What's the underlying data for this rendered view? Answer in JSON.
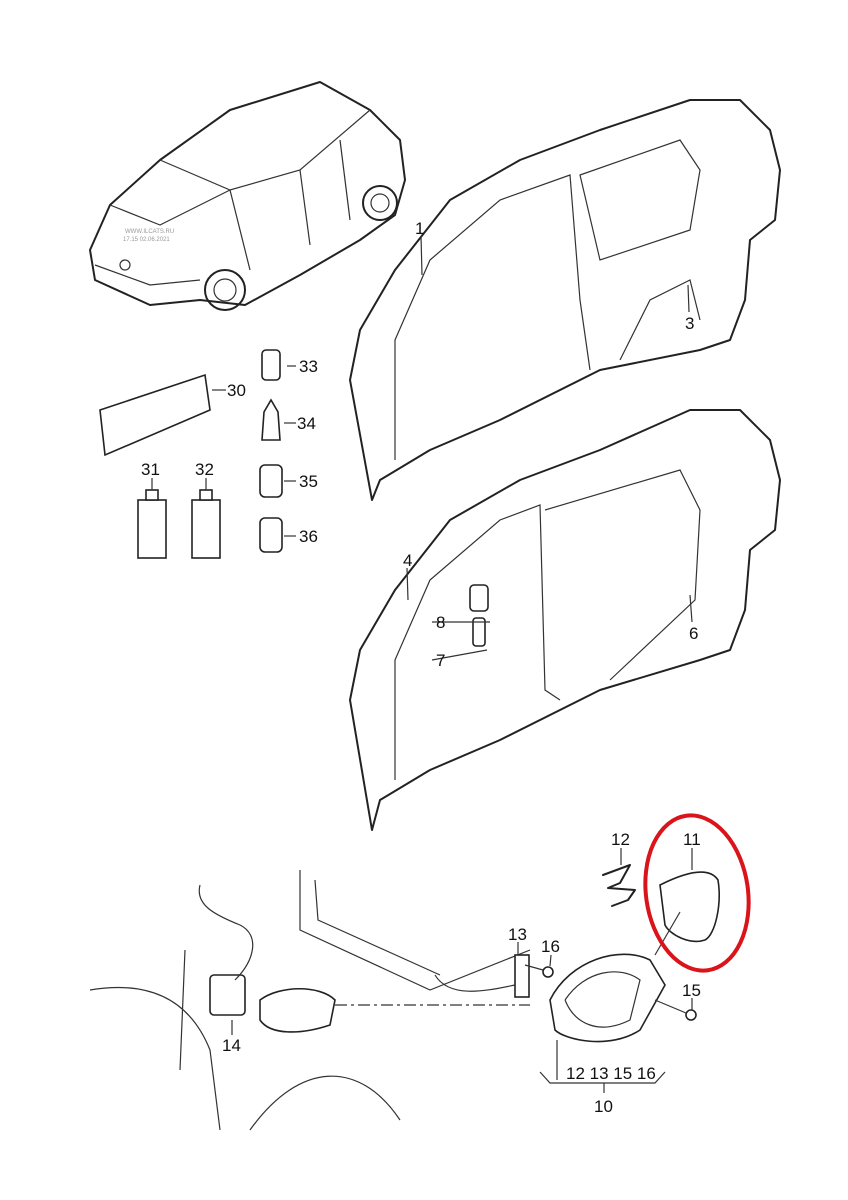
{
  "watermark": {
    "site": "WWW.ILCATS.RU",
    "stamp": "17.15 02.06.2021"
  },
  "callouts": {
    "p1": "1",
    "p3": "3",
    "p4": "4",
    "p6": "6",
    "p7": "7",
    "p8": "8",
    "p10": "10",
    "p11": "11",
    "p12": "12",
    "p13": "13",
    "p14": "14",
    "p15": "15",
    "p16": "16",
    "p30": "30",
    "p31": "31",
    "p32": "32",
    "p33": "33",
    "p34": "34",
    "p35": "35",
    "p36": "36",
    "kit_contents": "12 13 15 16"
  },
  "highlight": {
    "part": "11",
    "color": "#d9141b"
  }
}
